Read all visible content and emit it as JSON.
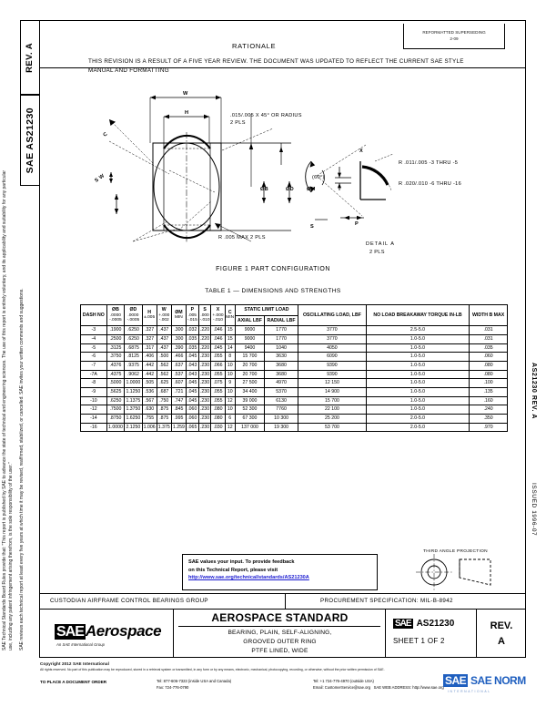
{
  "document": {
    "rev_stub": "REV. A",
    "number_stub": "SAE AS21230",
    "rationale_heading": "RATIONALE",
    "rationale_body": "THIS REVISION IS A RESULT OF A FIVE YEAR REVIEW. THE DOCUMENT WAS UPDATED TO REFLECT THE CURRENT SAE STYLE MANUAL AND FORMATTING",
    "rev_stamp_line1": "REFORMATTED SUPERSEDING",
    "rev_stamp_line2": "2-09",
    "right_margin_label": "AS21230 REV. A",
    "right_margin_issued": "ISSUED 1996-07",
    "legal_vertical": [
      "SAE Technical Standards Board Rules provide that: \"This report is published by SAE to advance the state of technical and engineering sciences. The use of this report is entirely voluntary, and its applicability and suitability for any particular use, including any patent infringement arising therefrom, is the sole responsibility of the user.\"",
      "SAE reviews each technical report at least every five years at which time it may be revised, reaffirmed, stabilized, or cancelled. SAE invites your written comments and suggestions."
    ]
  },
  "figure": {
    "caption": "FIGURE 1   PART CONFIGURATION",
    "callouts": {
      "w": "W",
      "h": "H",
      "c": "C",
      "p": "P",
      "s_w": "S W",
      "ob": "ØB",
      "od": "ØD",
      "om": "ØM",
      "chamfer": ".015/.005 X 45° OR RADIUS 2 PLS",
      "r_max": "R .005 MAX 2 PLS",
      "detail_x": "X",
      "detail_angle": "(60°)",
      "detail_r1": "R .011/.005 -3 THRU -5",
      "detail_r2": "R .020/.010 -6 THRU -16",
      "detail_label": "DETAIL A",
      "detail_pls": "2 PLS",
      "detail_s": "S"
    }
  },
  "table": {
    "caption": "TABLE 1 — DIMENSIONS AND STRENGTHS",
    "headers": [
      {
        "title": "DASH NO",
        "tol": ""
      },
      {
        "title": "ØB",
        "tol": ".0000\n-.0005"
      },
      {
        "title": "ØD",
        "tol": ".0000\n-.0005"
      },
      {
        "title": "H",
        "tol": "±.005"
      },
      {
        "title": "W",
        "tol": "+.000\n-.002"
      },
      {
        "title": "ØM",
        "tol": "MIN"
      },
      {
        "title": "P",
        "tol": ".005\n-.015"
      },
      {
        "title": "S",
        "tol": ".000\n-.010"
      },
      {
        "title": "X",
        "tol": "+.000\n-.010"
      },
      {
        "title": "C",
        "tol": "MIN"
      },
      {
        "title": "STATIC LIMIT LOAD",
        "sub": [
          "AXIAL LBF",
          "RADIAL LBF"
        ]
      },
      {
        "title": "OSCILLATING LOAD, LBF",
        "tol": ""
      },
      {
        "title": "NO LOAD BREAKAWAY TORQUE IN-LB",
        "tol": ""
      },
      {
        "title": "WIDTH B MAX",
        "tol": ""
      }
    ],
    "rows": [
      [
        "-3",
        ".1900",
        ".6250",
        ".327",
        ".437",
        ".300",
        ".032",
        ".220",
        ".046",
        "15",
        "9000",
        "1770",
        "3770",
        "2.5-5.0",
        ".031"
      ],
      [
        "-4",
        ".2500",
        ".6250",
        ".327",
        ".437",
        ".300",
        ".035",
        ".220",
        ".046",
        "15",
        "9000",
        "1770",
        "3770",
        "1.0-5.0",
        ".031"
      ],
      [
        "-5",
        ".3125",
        ".6875",
        ".317",
        ".437",
        ".390",
        ".035",
        ".220",
        ".045",
        "14",
        "9400",
        "1040",
        "4050",
        "1.0-5.0",
        ".035"
      ],
      [
        "-6",
        ".3750",
        ".8125",
        ".406",
        ".500",
        ".466",
        ".045",
        ".230",
        ".055",
        "8",
        "15 700",
        "3630",
        "6090",
        "1.0-5.0",
        ".060"
      ],
      [
        "-7",
        ".4376",
        ".9375",
        ".442",
        ".562",
        ".637",
        ".043",
        ".230",
        ".066",
        "10",
        "20 700",
        "3680",
        "9390",
        "1.0-5.0",
        ".080"
      ],
      [
        "-7A",
        ".4375",
        ".9062",
        ".442",
        ".562",
        ".537",
        ".043",
        ".230",
        ".055",
        "10",
        "20 700",
        "3680",
        "9390",
        "1.0-5.0",
        ".080"
      ],
      [
        "-8",
        ".5000",
        "1.0000",
        ".505",
        ".625",
        ".607",
        ".045",
        ".230",
        ".075",
        "9",
        "27 500",
        "4970",
        "12 150",
        "1.0-5.0",
        ".100"
      ],
      [
        "-9",
        ".5625",
        "1.1250",
        ".536",
        ".687",
        ".721",
        ".045",
        ".230",
        ".055",
        "10",
        "34 400",
        "5370",
        "14 900",
        "1.0-5.0",
        ".135"
      ],
      [
        "-10",
        ".6250",
        "1.1375",
        ".567",
        ".750",
        ".747",
        ".045",
        ".230",
        ".055",
        "12",
        "39 000",
        "6130",
        "15 700",
        "1.0-5.0",
        ".160"
      ],
      [
        "-12",
        ".7500",
        "1.3750",
        ".630",
        ".875",
        ".845",
        ".060",
        ".230",
        ".080",
        "10",
        "52 300",
        "7760",
        "22 100",
        "1.0-5.0",
        ".240"
      ],
      [
        "-14",
        ".8750",
        "1.6250",
        ".755",
        ".875",
        ".995",
        ".060",
        ".230",
        ".080",
        "6",
        "67 300",
        "10 300",
        "25 200",
        "2.0-5.0",
        ".350"
      ],
      [
        "-16",
        "1.0000",
        "2.1250",
        "1.006",
        "1.375",
        "1.259",
        ".065",
        ".230",
        ".030",
        "12",
        "137 000",
        "19 300",
        "53 700",
        "2.0-5.0",
        ".970"
      ]
    ]
  },
  "feedback": {
    "line1": "SAE values your input. To provide feedback",
    "line2": "on this Technical Report, please visit",
    "link": "http://www.sae.org/technical/standards/AS21230A"
  },
  "projection": {
    "label": "THIRD ANGLE PROJECTION"
  },
  "custodian": {
    "left": "CUSTODIAN  AIRFRAME CONTROL BEARINGS GROUP",
    "right": "PROCUREMENT SPECIFICATION: MIL-B-8942"
  },
  "title_block": {
    "logo_mark": "SAE",
    "logo_word": "Aerospace",
    "logo_sub": "An SAE International Group",
    "standard_type": "AEROSPACE STANDARD",
    "description_lines": [
      "BEARING, PLAIN, SELF-ALIGNING,",
      "GROOVED OUTER RING",
      "PTFE LINED, WIDE"
    ],
    "doc_mark": "SAE",
    "doc_number": "AS21230",
    "sheet": "SHEET 1 OF 2",
    "rev_label": "REV.",
    "rev_value": "A"
  },
  "footer": {
    "copyright": "Copyright 2012 SAE International",
    "rights": "All rights reserved. No part of this publication may be reproduced, stored in a retrieval system or transmitted, in any form or by any means, electronic, mechanical, photocopying, recording, or otherwise, without the prior written permission of SAE.",
    "order_label": "TO PLACE A DOCUMENT ORDER",
    "tel_us": "Tel: 877-606-7323 (inside USA and Canada)",
    "fax": "Fax: 724-776-0790",
    "tel_out": "Tel: +1 724-776-4970 (outside USA)",
    "email": "Email: CustomerService@sae.org",
    "web_label": "SAE WEB ADDRESS:",
    "web": "http://www.sae.org",
    "watermark": "SAE NORM",
    "watermark_sub": "INTERNATIONAL"
  },
  "colors": {
    "ink": "#000000",
    "link": "#1a1ad0",
    "watermark": "#1f5fbf"
  }
}
